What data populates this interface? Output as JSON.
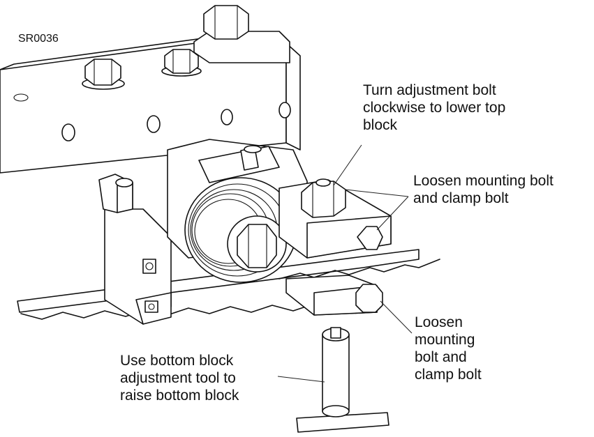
{
  "figure_id": "SR0036",
  "callouts": {
    "adjustment_bolt": "Turn adjustment bolt\nclockwise to lower top\nblock",
    "top_mounting_bolt": "Loosen mounting bolt\nand clamp bolt",
    "bottom_mounting_bolt": "Loosen\nmounting\nbolt and\nclamp bolt",
    "adjustment_tool": "Use bottom block\nadjustment tool to\nraise bottom block"
  }
}
